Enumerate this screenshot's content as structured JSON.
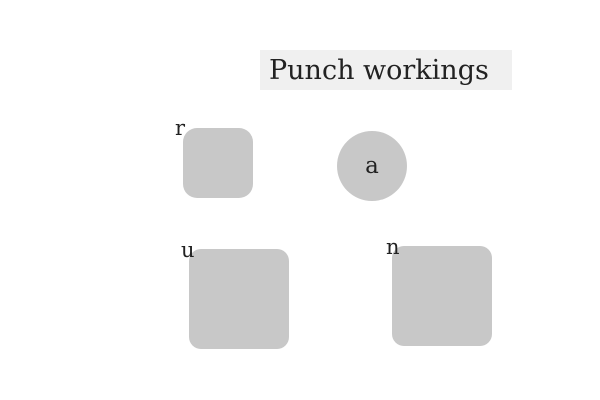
{
  "title": "Punch workings",
  "items": {
    "r": {
      "label": "r",
      "shape": "rounded-square"
    },
    "a": {
      "label": "a",
      "shape": "circle"
    },
    "u": {
      "label": "u",
      "shape": "rounded-square"
    },
    "n": {
      "label": "n",
      "shape": "rounded-square"
    }
  },
  "colors": {
    "background": "#ffffff",
    "title_box": "#f0f0f0",
    "shape_fill": "#c8c8c8",
    "text": "#222222"
  }
}
